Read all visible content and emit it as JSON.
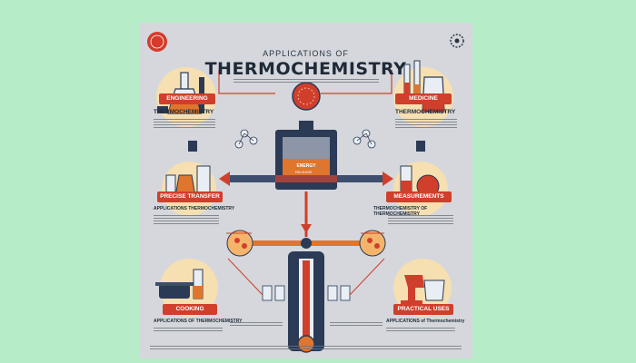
{
  "poster": {
    "title_small": "APPLICATIONS OF",
    "title_large": "THERMOCHEMISTRY",
    "center_label": "ENERGY",
    "center_sub": "RELEASE",
    "labels": {
      "engineering": "ENGINEERING",
      "medicine": "MEDICINE",
      "precise_transfer": "PRECISE TRANSFER",
      "measurements": "MEASUREMENTS",
      "cooking": "COOKING",
      "practical_uses": "PRACTICAL USES"
    },
    "subheads": {
      "left_top": "THERMOCHEMISTRY",
      "right_top": "THERMOCHEMISTRY",
      "left_mid": "APPLICATIONS THERMOCHEMISTRY",
      "right_mid": "THERMOCHEMISTRY OF THERMOCHEMISTRY",
      "left_bottom": "APPLICATIONS OF THERMOCHEMISTRY",
      "right_bottom": "APPLICATIONS of Thermochemistry"
    },
    "colors": {
      "accent_red": "#cf3f2b",
      "accent_orange": "#e0752d",
      "navy": "#2b3a55",
      "poster_bg": "#d5d7dc",
      "page_bg": "#b6ecc8"
    },
    "icons": [
      "seal-icon",
      "gear-icon",
      "flask-icon",
      "beaker-icon",
      "thermometer-icon",
      "molecule-icon",
      "cooking-pot-icon",
      "stand-mixer-icon",
      "reactor-icon"
    ]
  }
}
